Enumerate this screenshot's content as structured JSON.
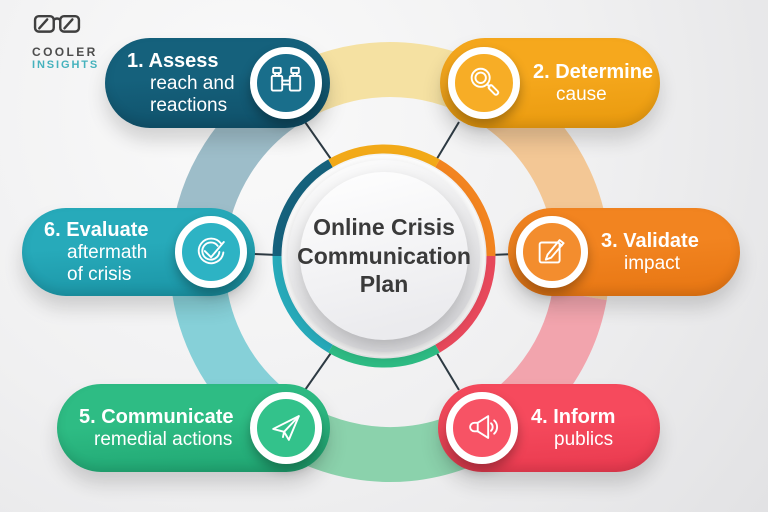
{
  "palette": {
    "background_start": "#fafafa",
    "background_end": "#e2e2e4",
    "connector_color": "#2d3a43",
    "center_text_color": "#3a3a3a"
  },
  "logo": {
    "line1": "COOLER",
    "line2": "INSIGHTS",
    "line1_color": "#4d4d4d",
    "line2_color": "#45b2bd",
    "glasses_color": "#3f3f3f"
  },
  "center": {
    "line1": "Online Crisis",
    "line2": "Communication",
    "line3": "Plan"
  },
  "steps": [
    {
      "title": "1. Assess",
      "subtitle": "reach and\nreactions",
      "icon": "binoculars",
      "color": "#15617c",
      "color_dark": "#0f4f68",
      "badge_color": "#196e8b"
    },
    {
      "title": "2. Determine",
      "subtitle": "cause",
      "icon": "magnifier",
      "color": "#f6a81d",
      "color_dark": "#e8990d",
      "badge_color": "#f7ad26"
    },
    {
      "title": "3. Validate",
      "subtitle": "impact",
      "icon": "pencil-pad",
      "color": "#f28420",
      "color_dark": "#e67512",
      "badge_color": "#f38d2e"
    },
    {
      "title": "4. Inform",
      "subtitle": "publics",
      "icon": "megaphone",
      "color": "#f64a5d",
      "color_dark": "#e8394e",
      "badge_color": "#f75365"
    },
    {
      "title": "5. Communicate",
      "subtitle": "remedial actions",
      "icon": "paper-plane",
      "color": "#2ebc84",
      "color_dark": "#1fa471",
      "badge_color": "#33c28b"
    },
    {
      "title": "6. Evaluate",
      "subtitle": "aftermath\nof crisis",
      "icon": "check-circle",
      "color": "#27aaba",
      "color_dark": "#1a93a4",
      "badge_color": "#2db3c4"
    }
  ],
  "rings": {
    "outer": {
      "yellow": "#f5e1a2",
      "peach": "#f3c795",
      "pink": "#f2a4ad",
      "green": "#8bd2ac",
      "teal": "#86d0d8",
      "blue": "#9dbdc9"
    },
    "inner": {
      "darkteal": "#15617c",
      "yellow": "#f2a918",
      "orange": "#f28420",
      "red": "#e8495c",
      "green": "#2ebc84",
      "teal": "#27aaba"
    }
  }
}
